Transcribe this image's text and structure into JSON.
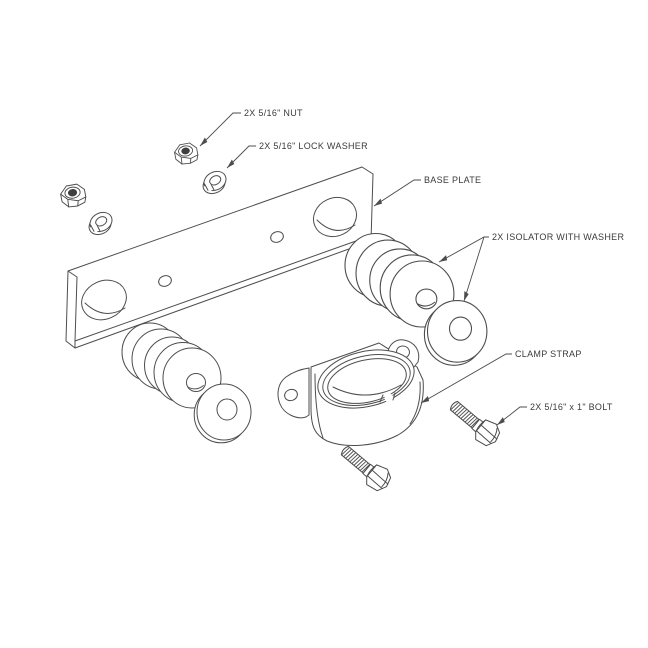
{
  "diagram": {
    "kind": "exploded-assembly-technical-drawing",
    "colors": {
      "background": "#ffffff",
      "line": "#4d4d4d",
      "text": "#3b3b3b",
      "thread_shading": "#565656",
      "nut_bore": "#3f3f3f"
    },
    "callouts": [
      {
        "part": "hex-nut",
        "text": "2X 5/16\" NUT"
      },
      {
        "part": "lock-washer",
        "text": "2X 5/16\" LOCK WASHER"
      },
      {
        "part": "base-plate",
        "text": "BASE PLATE"
      },
      {
        "part": "isolator-with-washer",
        "text": "2X ISOLATOR WITH WASHER"
      },
      {
        "part": "clamp-strap",
        "text": "CLAMP STRAP"
      },
      {
        "part": "hex-bolt",
        "text": "2X 5/16\" x 1\" BOLT"
      }
    ]
  }
}
